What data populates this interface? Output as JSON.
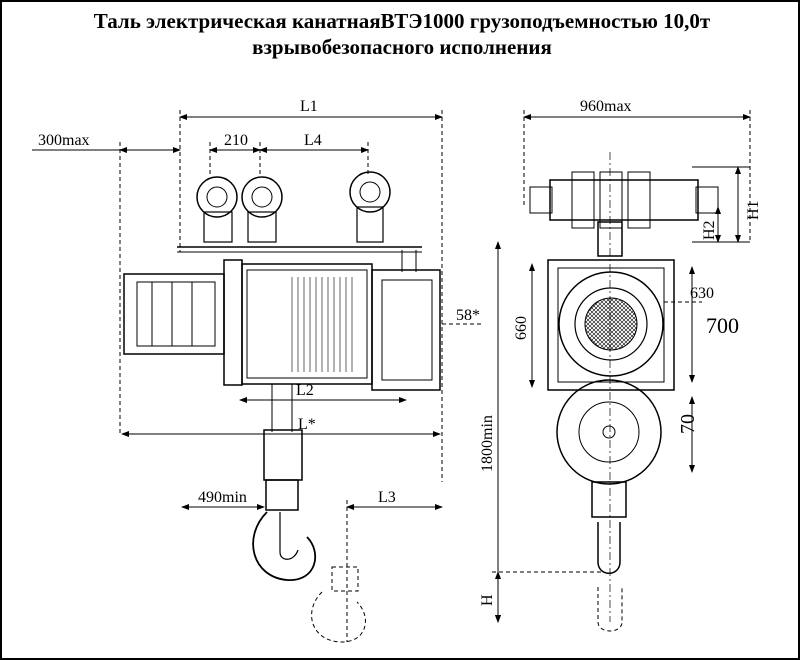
{
  "title": {
    "line1": "Таль электрическая канатнаяВТЭ1000 грузоподъемностью 10,0т",
    "line2": "взрывобезопасного исполнения"
  },
  "dimensions": {
    "l1": "L1",
    "w300": "300max",
    "w210": "210",
    "l4": "L4",
    "d58": "58*",
    "l2": "L2",
    "lstar": "L*",
    "w490": "490min",
    "l3": "L3",
    "w960": "960max",
    "h1": "H1",
    "h2": "H2",
    "h660": "660",
    "d630": "630",
    "d700": "700",
    "h1800": "1800min",
    "d70": "70",
    "h": "H"
  }
}
